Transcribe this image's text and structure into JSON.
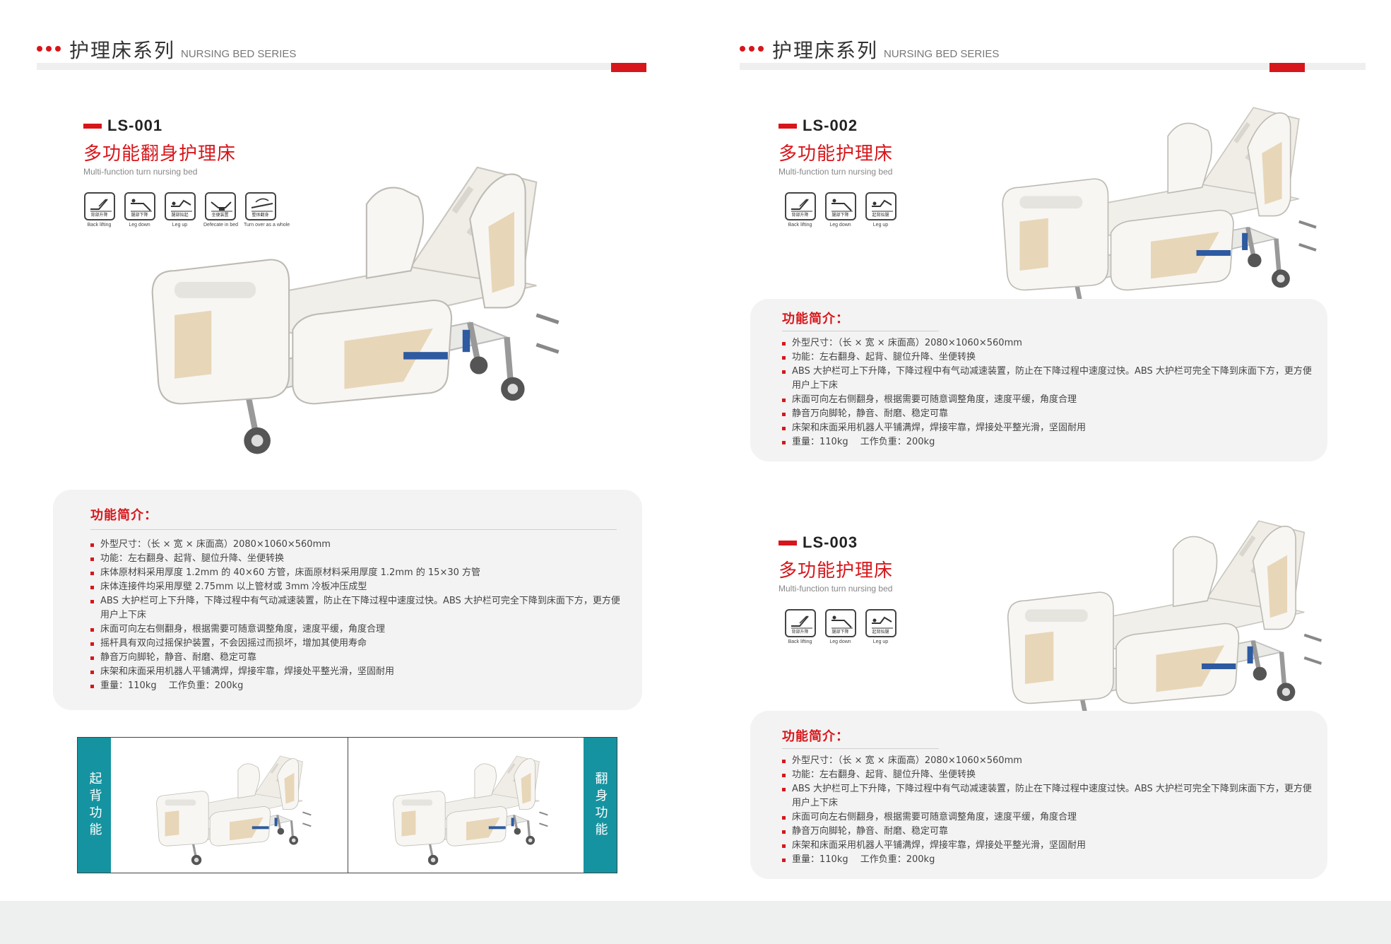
{
  "series": {
    "title_cn": "护理床系列",
    "title_en": "NURSING BED SERIES"
  },
  "colors": {
    "accent": "#d7161b",
    "teal": "#1593a0",
    "panel": "#f3f3f3"
  },
  "ls001": {
    "code": "LS-001",
    "name_cn": "多功能翻身护理床",
    "name_en": "Multi-function turn nursing bed",
    "icons": [
      {
        "cn": "背部升降",
        "en": "Back lifting",
        "icon": "back-lifting-icon"
      },
      {
        "cn": "腿部下降",
        "en": "Leg down",
        "icon": "leg-down-icon"
      },
      {
        "cn": "腿部抬起",
        "en": "Leg up",
        "icon": "leg-up-icon"
      },
      {
        "cn": "坐便装置",
        "en": "Defecate in bed",
        "icon": "defecate-icon"
      },
      {
        "cn": "整体翻身",
        "en": "Turn over as a whole",
        "icon": "turn-over-icon"
      }
    ],
    "info_title": "功能简介：",
    "features": [
      "外型尺寸：（长 × 宽 × 床面高）2080×1060×560mm",
      "功能：左右翻身、起背、腿位升降、坐便转换",
      "床体原材料采用厚度 1.2mm 的 40×60 方管，床面原材料采用厚度 1.2mm 的 15×30 方管",
      "床体连接件均采用厚壁 2.75mm 以上管材或 3mm 冷板冲压成型",
      "ABS 大护栏可上下升降，下降过程中有气动减速装置，防止在下降过程中速度过快。ABS 大护栏可完全下降到床面下方，更方便用户上下床",
      "床面可向左右侧翻身，根据需要可随意调整角度，速度平缓，角度合理",
      "摇杆具有双向过摇保护装置，不会因摇过而损坏，增加其使用寿命",
      "静音万向脚轮，静音、耐磨、稳定可靠",
      "床架和床面采用机器人平铺满焊，焊接牢靠，焊接处平整光滑，坚固耐用",
      "重量：110kg　 工作负重：200kg"
    ],
    "func_left": "起背功能",
    "func_right": "翻身功能"
  },
  "ls002": {
    "code": "LS-002",
    "name_cn": "多功能护理床",
    "name_en": "Multi-function turn nursing bed",
    "icons": [
      {
        "cn": "背部升降",
        "en": "Back lifting",
        "icon": "back-lifting-icon"
      },
      {
        "cn": "腿部下降",
        "en": "Leg down",
        "icon": "leg-down-icon"
      },
      {
        "cn": "起背抬腿",
        "en": "Leg up",
        "icon": "leg-up-icon"
      }
    ],
    "info_title": "功能简介：",
    "features": [
      "外型尺寸：（长 × 宽 × 床面高）2080×1060×560mm",
      "功能：左右翻身、起背、腿位升降、坐便转换",
      "ABS 大护栏可上下升降，下降过程中有气动减速装置，防止在下降过程中速度过快。ABS 大护栏可完全下降到床面下方，更方便用户上下床",
      "床面可向左右侧翻身，根据需要可随意调整角度，速度平缓，角度合理",
      "静音万向脚轮，静音、耐磨、稳定可靠",
      "床架和床面采用机器人平铺满焊，焊接牢靠，焊接处平整光滑，坚固耐用",
      "重量：110kg　 工作负重：200kg"
    ]
  },
  "ls003": {
    "code": "LS-003",
    "name_cn": "多功能护理床",
    "name_en": "Multi-function turn nursing bed",
    "icons": [
      {
        "cn": "背部升降",
        "en": "Back lifting",
        "icon": "back-lifting-icon"
      },
      {
        "cn": "腿部下降",
        "en": "Leg down",
        "icon": "leg-down-icon"
      },
      {
        "cn": "起背抬腿",
        "en": "Leg up",
        "icon": "leg-up-icon"
      }
    ],
    "info_title": "功能简介：",
    "features": [
      "外型尺寸：（长 × 宽 × 床面高）2080×1060×560mm",
      "功能：左右翻身、起背、腿位升降、坐便转换",
      "ABS 大护栏可上下升降，下降过程中有气动减速装置，防止在下降过程中速度过快。ABS 大护栏可完全下降到床面下方，更方便用户上下床",
      "床面可向左右侧翻身，根据需要可随意调整角度，速度平缓，角度合理",
      "静音万向脚轮，静音、耐磨、稳定可靠",
      "床架和床面采用机器人平铺满焊，焊接牢靠，焊接处平整光滑，坚固耐用",
      "重量：110kg　 工作负重：200kg"
    ]
  }
}
